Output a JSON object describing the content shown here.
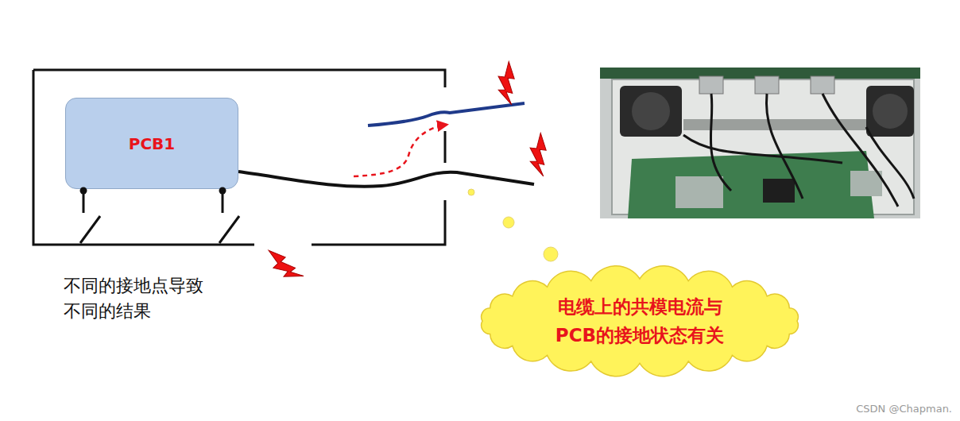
{
  "diagram": {
    "nodes": [
      {
        "text": [
          "PCB1"
        ]
      },
      {
        "text": [
          "电缆上的共模电流与 PCB的接地状态有关"
        ]
      }
    ],
    "labels": [
      "不同的接地点导致 不同的结果",
      "CSDN @Chapman."
    ]
  }
}
